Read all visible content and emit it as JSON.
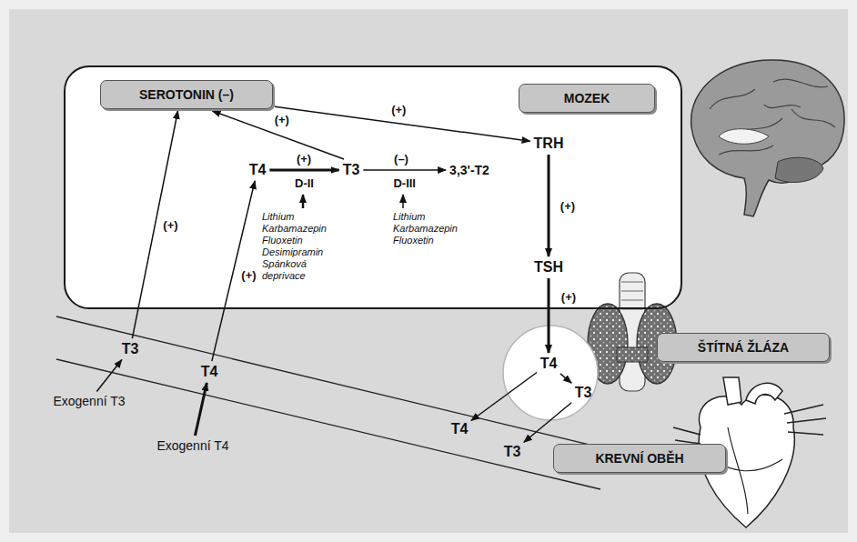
{
  "diagram": {
    "nodes": [
      {
        "text": [
          "MOZEK"
        ]
      },
      {
        "text": [
          "SEROTONIN (–)"
        ],
        "in": 0
      },
      {
        "text": [
          "T4"
        ],
        "in": 0
      },
      {
        "text": [
          "T3"
        ],
        "in": 0
      },
      {
        "text": [
          "3,3'-T2"
        ],
        "in": 0
      },
      {
        "text": [
          "TRH"
        ],
        "in": 0
      },
      {
        "text": [
          "TSH"
        ],
        "in": 0
      },
      {
        "text": [
          "ŠTÍTNÁ ŽLÁZA"
        ]
      },
      {
        "text": [
          "T4"
        ]
      },
      {
        "text": [
          "T3"
        ]
      },
      {
        "text": [
          "KREVNÍ OBĚH"
        ]
      },
      {
        "text": [
          "T4"
        ]
      },
      {
        "text": [
          "T3"
        ]
      },
      {
        "text": [
          "T3"
        ]
      },
      {
        "text": [
          "T4"
        ]
      },
      {
        "text": [
          "Exogenní T3"
        ]
      },
      {
        "text": [
          "Exogenní T4"
        ]
      }
    ],
    "edges": [
      {
        "from": 15,
        "to": 13,
        "arrow": "to"
      },
      {
        "from": 16,
        "to": 14,
        "arrow": "to"
      },
      {
        "from": 13,
        "to": 1,
        "label": "(+)",
        "arrow": "to"
      },
      {
        "from": 14,
        "to": 2,
        "label": "(+)",
        "arrow": "to"
      },
      {
        "from": 2,
        "to": 3,
        "label": "D-II",
        "arrow": "to"
      },
      {
        "from": 3,
        "to": 4,
        "label": "D-III",
        "arrow": "to"
      },
      {
        "from": 3,
        "to": 1,
        "label": "(+)",
        "arrow": "to"
      },
      {
        "from": 1,
        "to": 5,
        "label": "(+)",
        "arrow": "to"
      },
      {
        "from": 5,
        "to": 6,
        "label": "(+)",
        "arrow": "to"
      },
      {
        "from": 6,
        "to": 8,
        "label": "(+)",
        "arrow": "to"
      },
      {
        "from": 8,
        "to": 9,
        "arrow": "to"
      },
      {
        "from": 8,
        "to": 11,
        "arrow": "to"
      },
      {
        "from": 9,
        "to": 12,
        "arrow": "to"
      }
    ],
    "labels": [
      "(+)",
      "(–)",
      "Lithium",
      "Karbamazepin",
      "Fluoxetin",
      "Desimipramin",
      "Spánková deprivace",
      "Lithium",
      "Karbamazepin",
      "Fluoxetin"
    ]
  }
}
